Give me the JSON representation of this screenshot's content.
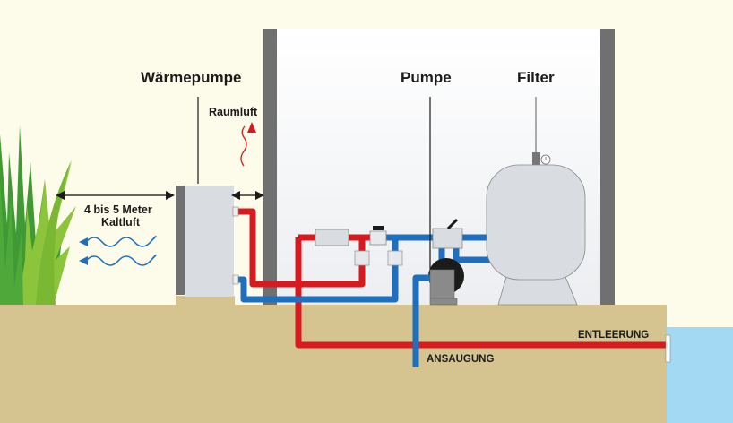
{
  "diagram": {
    "title": "Schwimmbad-Wärmepumpe Installationsschema",
    "labels": {
      "heat_pump": "Wärmepumpe",
      "pump": "Pumpe",
      "filter": "Filter",
      "room_air": "Raumluft",
      "distance": "4 bis 5 Meter",
      "cold_air": "Kaltluft",
      "drain": "ENTLEERUNG",
      "suction": "ANSAUGUNG"
    },
    "colors": {
      "background": "#fdfbea",
      "room": "#eef0f3",
      "wall": "#707070",
      "ground": "#d5c48f",
      "pool_water": "#a3d9f3",
      "hot_pipe": "#d71920",
      "cold_pipe": "#1e6fbd",
      "equipment": "#d9dce0",
      "grass_dark": "#3f9a35",
      "grass_light": "#8cc43c"
    }
  }
}
